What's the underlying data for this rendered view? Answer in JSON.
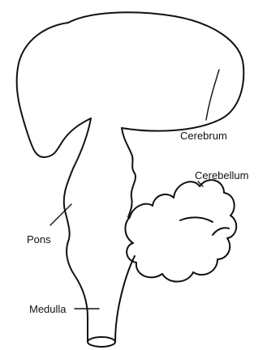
{
  "diagram": {
    "labels": {
      "cerebrum": "Cerebrum",
      "cerebellum": "Cerebellum",
      "pons": "Pons",
      "medulla": "Medulla"
    },
    "colors": {
      "line": "#111111",
      "background": "#ffffff"
    }
  }
}
